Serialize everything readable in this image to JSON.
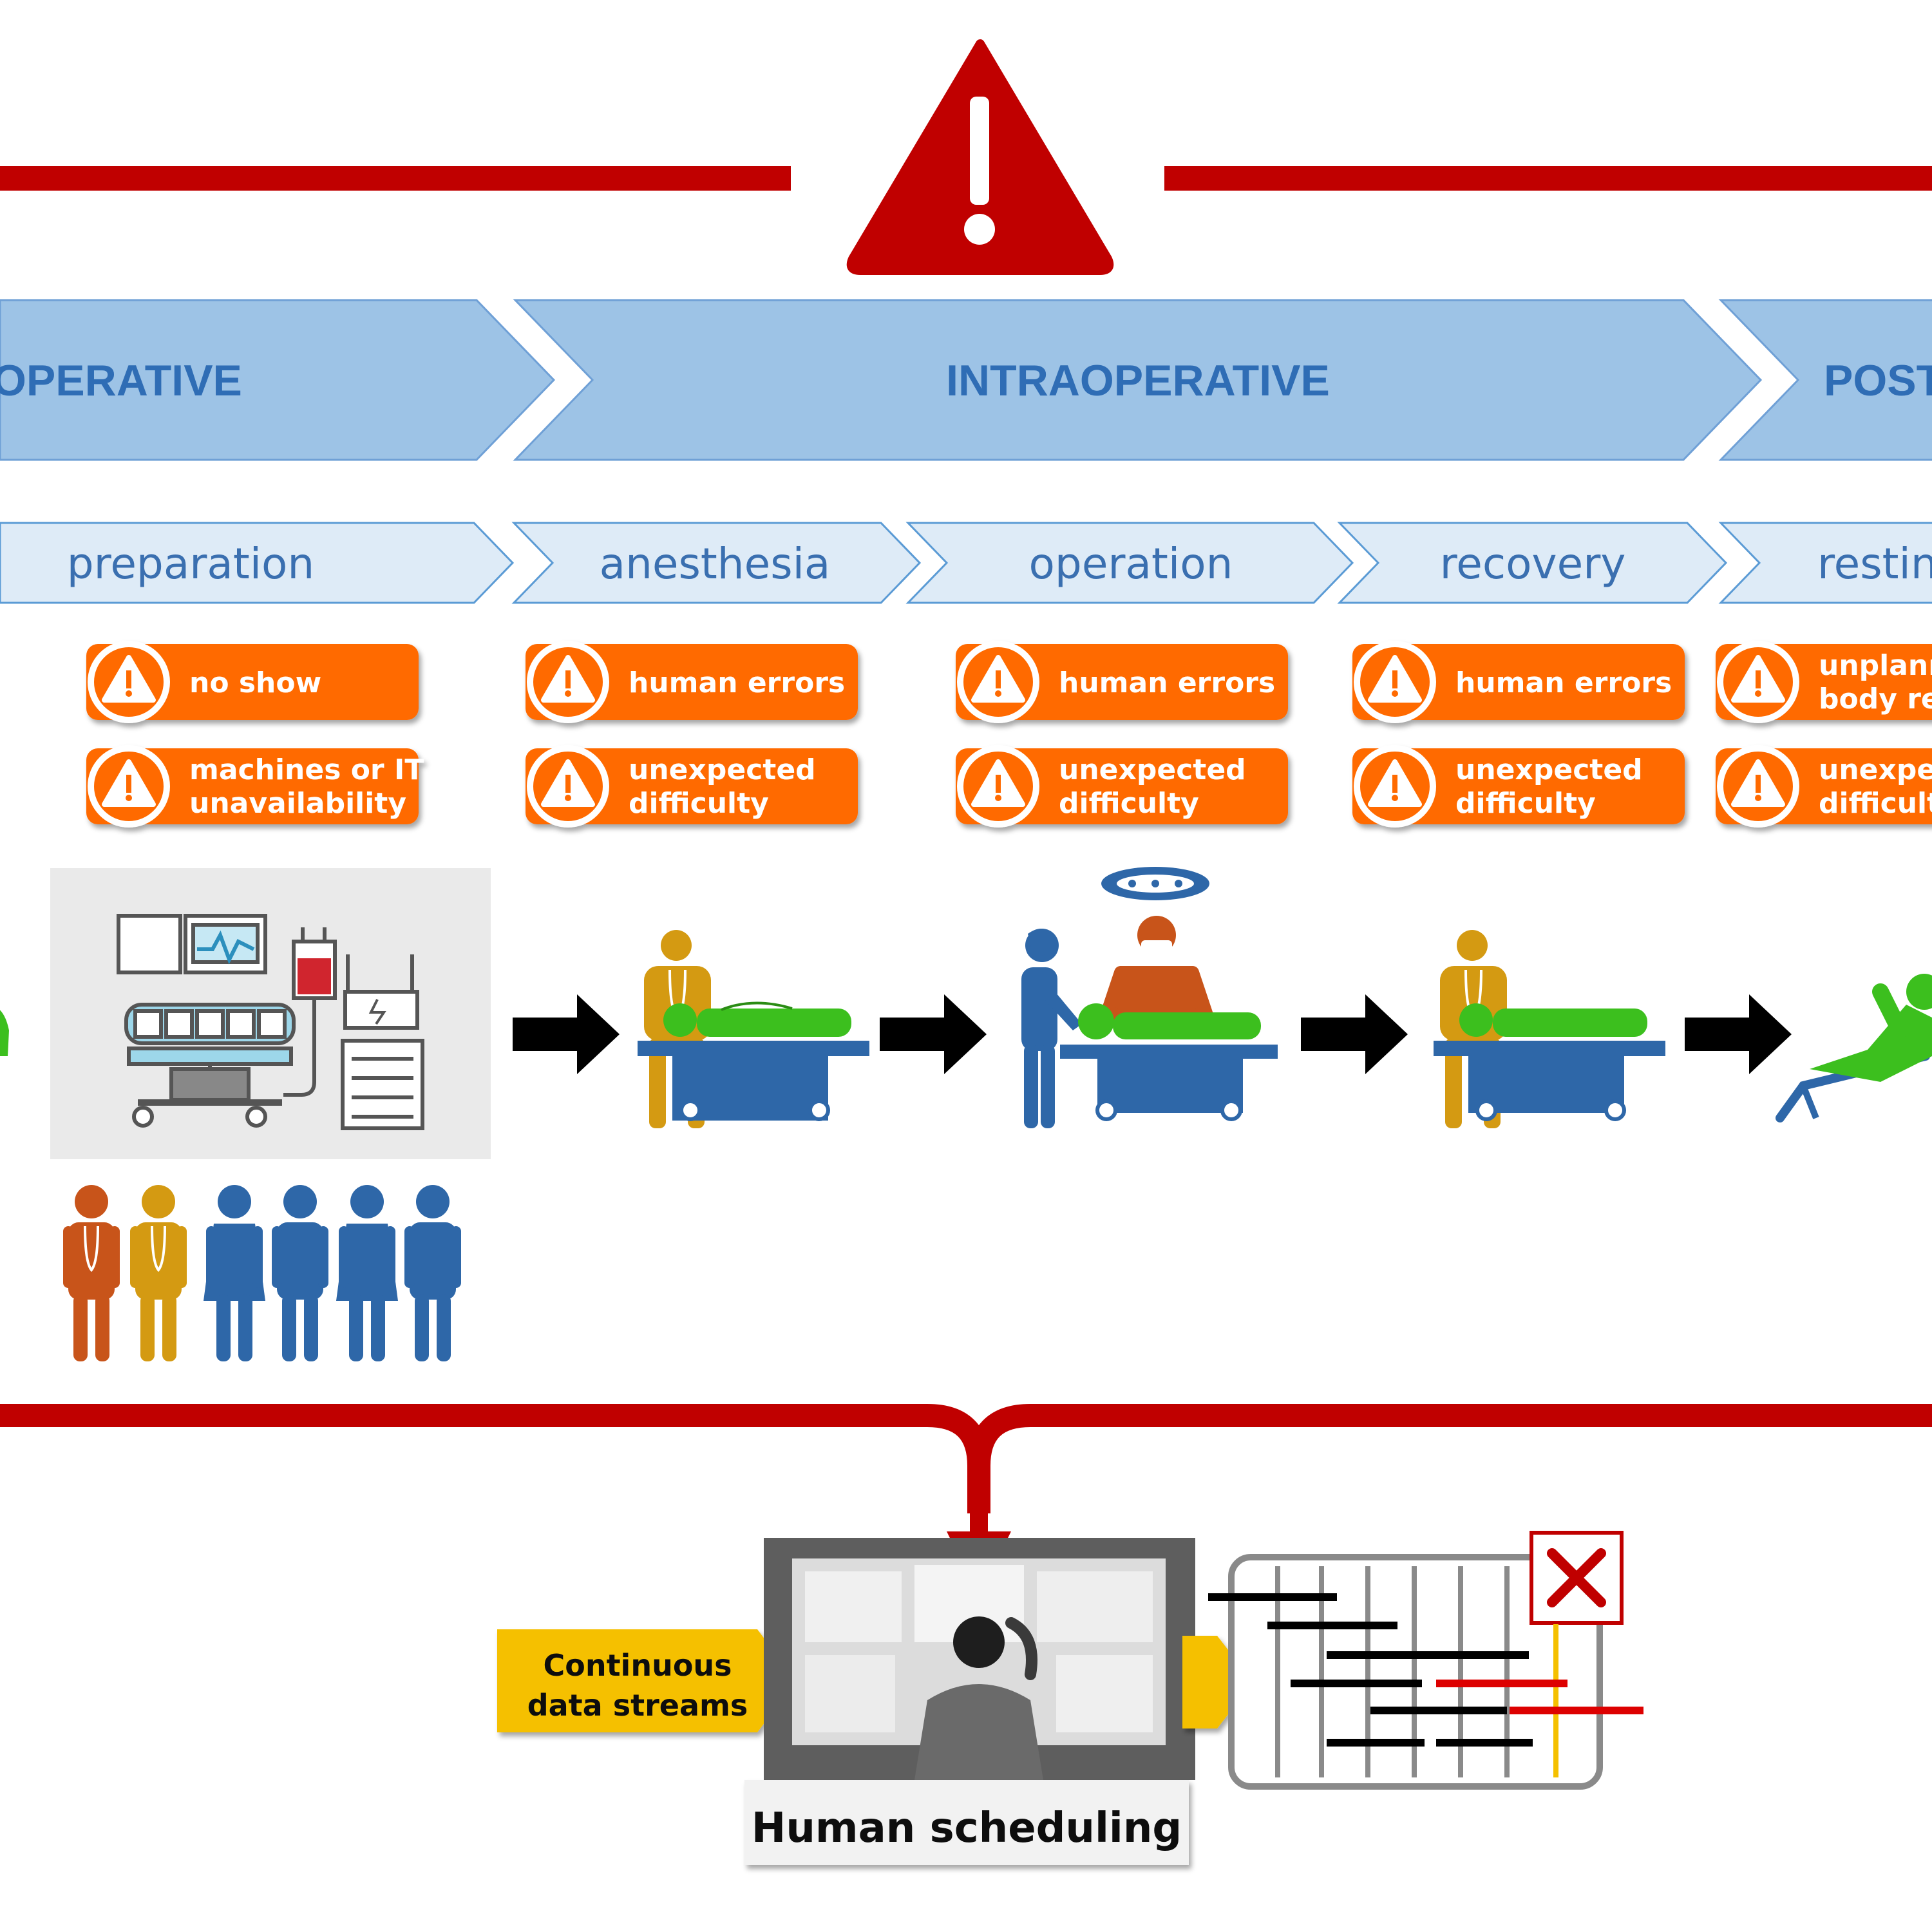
{
  "phases": [
    {
      "label": "OPERATIVE"
    },
    {
      "label": "INTRAOPERATIVE"
    },
    {
      "label": "POST"
    }
  ],
  "steps": [
    {
      "label": "preparation"
    },
    {
      "label": "anesthesia"
    },
    {
      "label": "operation"
    },
    {
      "label": "recovery"
    },
    {
      "label": "resting"
    }
  ],
  "risks": [
    [
      {
        "lines": [
          "no show"
        ]
      },
      {
        "lines": [
          "machines or IT",
          "unavailability"
        ]
      }
    ],
    [
      {
        "lines": [
          "human errors"
        ]
      },
      {
        "lines": [
          "unexpected",
          "difficulty"
        ]
      }
    ],
    [
      {
        "lines": [
          "human errors"
        ]
      },
      {
        "lines": [
          "unexpected",
          "difficulty"
        ]
      }
    ],
    [
      {
        "lines": [
          "human errors"
        ]
      },
      {
        "lines": [
          "unexpected",
          "difficulty"
        ]
      }
    ],
    [
      {
        "lines": [
          "unplann",
          "body rea"
        ]
      },
      {
        "lines": [
          "unexpec",
          "difficult"
        ]
      }
    ]
  ],
  "data_streams": {
    "lines": [
      "Continuous",
      "data streams"
    ]
  },
  "human_scheduling": {
    "label": "Human scheduling"
  },
  "colors": {
    "alert_red": "#c00000",
    "phase_fill": "#9dc3e6",
    "step_fill": "#deebf7",
    "risk_orange": "#ff6a00",
    "stream_yellow": "#f5c000",
    "table_blue": "#2e67a8",
    "patient_green": "#3cbf1e",
    "staff_gold": "#d49a12",
    "surgeon_orange": "#c8541a"
  }
}
